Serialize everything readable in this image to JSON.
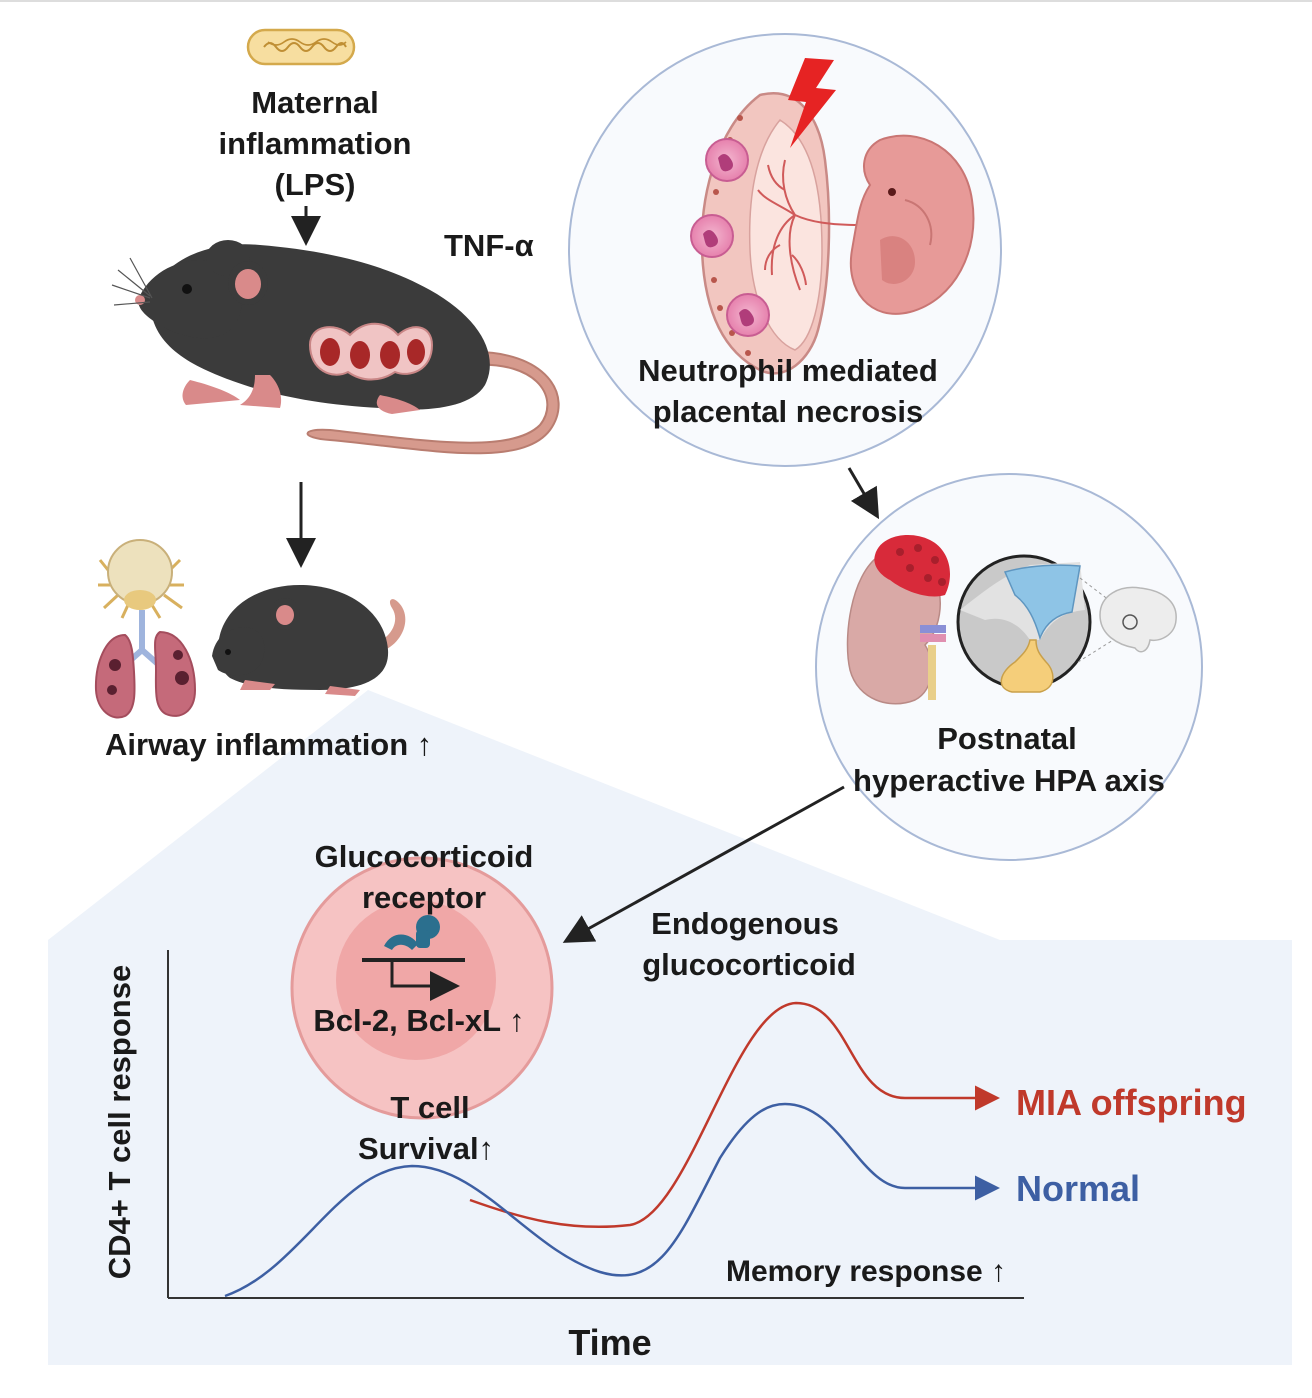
{
  "labels": {
    "maternal_line1": "Maternal",
    "maternal_line2": "inflammation",
    "maternal_line3": "(LPS)",
    "tnf": "TNF-α",
    "necrosis_line1": "Neutrophil mediated",
    "necrosis_line2": "placental necrosis",
    "airway": "Airway inflammation ↑",
    "hpa_line1": "Postnatal",
    "hpa_line2": "hyperactive HPA axis",
    "gr_line1": "Glucocorticoid",
    "gr_line2": "receptor",
    "bcl": "Bcl-2, Bcl-xL ↑",
    "tcell_line1": "T cell",
    "tcell_line2": "Survival↑",
    "endo_line1": "Endogenous",
    "endo_line2": "glucocorticoid",
    "memory": "Memory response ↑"
  },
  "chart_data": {
    "type": "line",
    "xlabel": "Time",
    "ylabel": "CD4+ T cell response",
    "series": [
      {
        "name": "MIA offspring",
        "color": "#c0392b"
      },
      {
        "name": "Normal",
        "color": "#3d5fa3"
      }
    ]
  },
  "colors": {
    "mia": "#c0392b",
    "normal": "#3d5fa3",
    "panel": "#eef3fa",
    "circle_fill": "#f8fafd",
    "circle_stroke": "#a9b9d6",
    "cell_outer": "#f6c3c3",
    "cell_inner": "#ee9e9e",
    "mouse": "#3b3b3b",
    "pink": "#d98a8a"
  },
  "icons": [
    "bacterium-icon",
    "pregnant-mouse-icon",
    "lightning-icon",
    "placenta-icon",
    "embryo-icon",
    "neutrophil-icon",
    "dust-mite-icon",
    "lungs-icon",
    "mouse-icon",
    "adrenal-kidney-icon",
    "pituitary-icon",
    "brain-icon",
    "receptor-icon"
  ]
}
